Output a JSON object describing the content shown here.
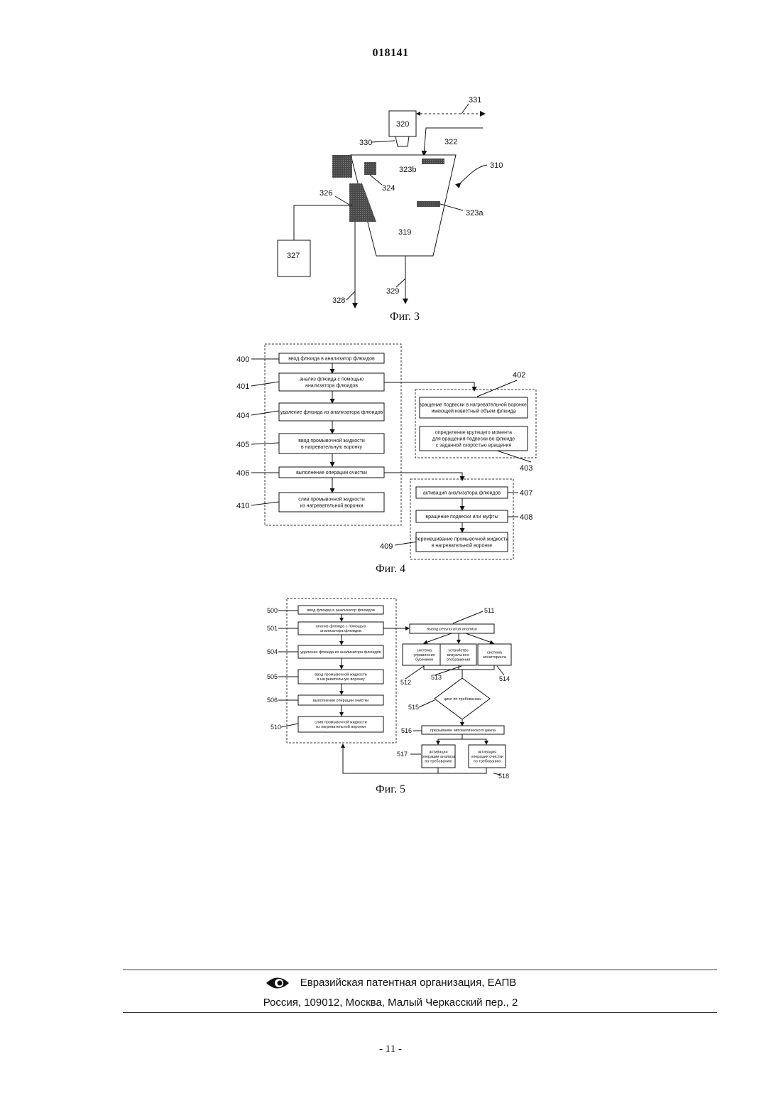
{
  "header": {
    "doc_number": "018141"
  },
  "fig3": {
    "caption": "Фиг. 3",
    "labels": {
      "l331": "331",
      "l320": "320",
      "l330": "330",
      "l322": "322",
      "l323b": "323b",
      "l310": "310",
      "l324": "324",
      "l326": "326",
      "l323a": "323a",
      "l319": "319",
      "l327": "327",
      "l329": "329",
      "l328": "328"
    }
  },
  "fig4": {
    "caption": "Фиг. 4",
    "labels": {
      "l400": "400",
      "l401": "401",
      "l404": "404",
      "l405": "405",
      "l406": "406",
      "l410": "410",
      "l402": "402",
      "l403": "403",
      "l407": "407",
      "l408": "408",
      "l409": "409"
    },
    "boxes": {
      "b400": [
        "ввод флюида в анализатор флюидов"
      ],
      "b401": [
        "анализ флюида с помощью",
        "анализатора флюидов"
      ],
      "b404": [
        "удаление флюида из анализатора флюидов"
      ],
      "b405": [
        "ввод промывочной жидкости",
        "в нагревательную воронку"
      ],
      "b406": [
        "выполнение операции очистки"
      ],
      "b410": [
        "слив промывочной жидкости",
        "из нагревательной воронки"
      ],
      "b402": [
        "вращение подвески в нагревательной воронке,",
        "имеющей известный объем флюида"
      ],
      "b403": [
        "определение крутящего момента",
        "для вращения подвески во флюиде",
        "с заданной скоростью вращения"
      ],
      "b407": [
        "активация анализатора флюидов"
      ],
      "b408": [
        "вращение подвески или муфты"
      ],
      "b409": [
        "перемешивание промывочной жидкости",
        "в нагревательной воронке"
      ]
    }
  },
  "fig5": {
    "caption": "Фиг. 5",
    "labels": {
      "l500": "500",
      "l501": "501",
      "l504": "504",
      "l505": "505",
      "l506": "506",
      "l510": "510",
      "l511": "511",
      "l512": "512",
      "l513": "513",
      "l514": "514",
      "l515": "515",
      "l516": "516",
      "l517": "517",
      "l518": "518"
    },
    "boxes": {
      "b500": [
        "ввод флюида в анализатор флюидов"
      ],
      "b501": [
        "анализ флюида с помощью",
        "анализатора флюидов"
      ],
      "b504": [
        "удаление флюида из анализатора флюидов"
      ],
      "b505": [
        "ввод промывочной жидкости",
        "в нагревательную воронку"
      ],
      "b506": [
        "выполнение операции очистки"
      ],
      "b510": [
        "слив промывочной жидкости",
        "из нагревательной воронки"
      ],
      "b511": [
        "вывод результатов анализа"
      ],
      "b512": [
        "система",
        "управления",
        "бурением"
      ],
      "b513": [
        "устройство",
        "визуального",
        "отображения"
      ],
      "b514": [
        "система",
        "мониторинга"
      ],
      "b515": [
        "цикл по требованию"
      ],
      "b516": [
        "прерывание автоматического цикла"
      ],
      "b517": [
        "активация",
        "операции анализа",
        "по требованию"
      ],
      "b518": [
        "активация",
        "операции очистки",
        "по требованию"
      ]
    }
  },
  "footer": {
    "organization": "Евразийская патентная организация, ЕАПВ",
    "address": "Россия, 109012, Москва, Малый Черкасский пер., 2",
    "page_number": "- 11 -"
  }
}
